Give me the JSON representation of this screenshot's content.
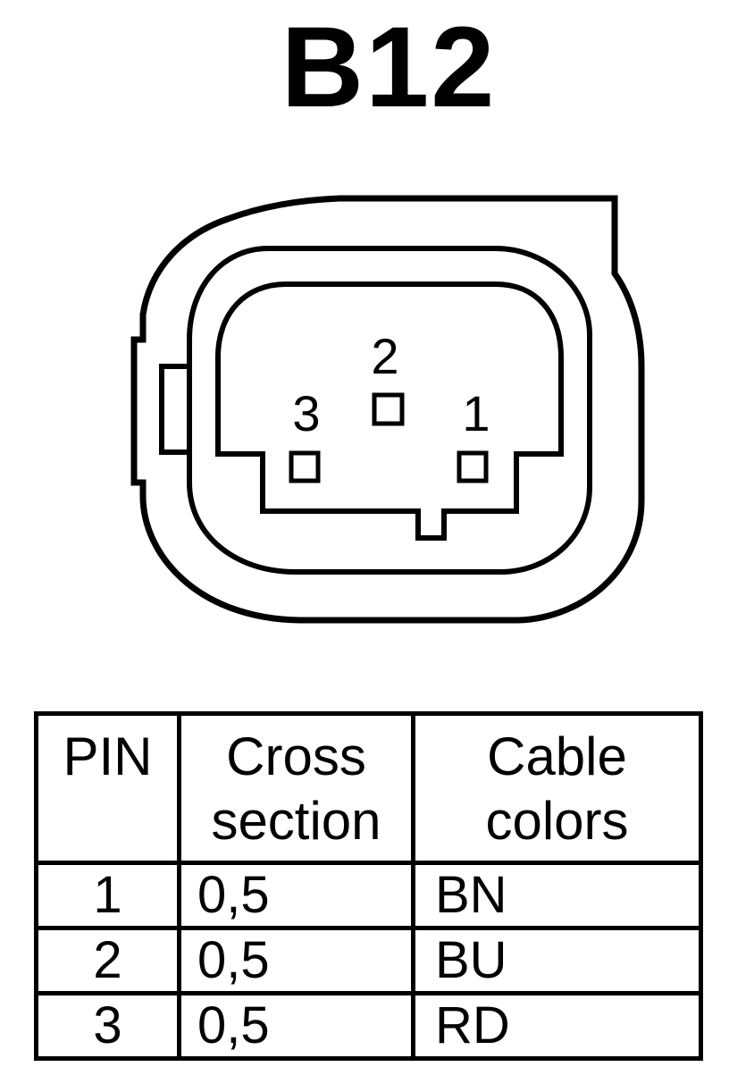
{
  "title": "B12",
  "connector": {
    "pin_labels": [
      "2",
      "3",
      "1"
    ]
  },
  "table": {
    "headers": {
      "pin": "PIN",
      "cross_section": [
        "Cross",
        "section"
      ],
      "cable_colors": [
        "Cable",
        "colors"
      ]
    },
    "rows": [
      {
        "pin": "1",
        "cross_section": "0,5",
        "color": "BN"
      },
      {
        "pin": "2",
        "cross_section": "0,5",
        "color": "BU"
      },
      {
        "pin": "3",
        "cross_section": "0,5",
        "color": "RD"
      }
    ]
  }
}
